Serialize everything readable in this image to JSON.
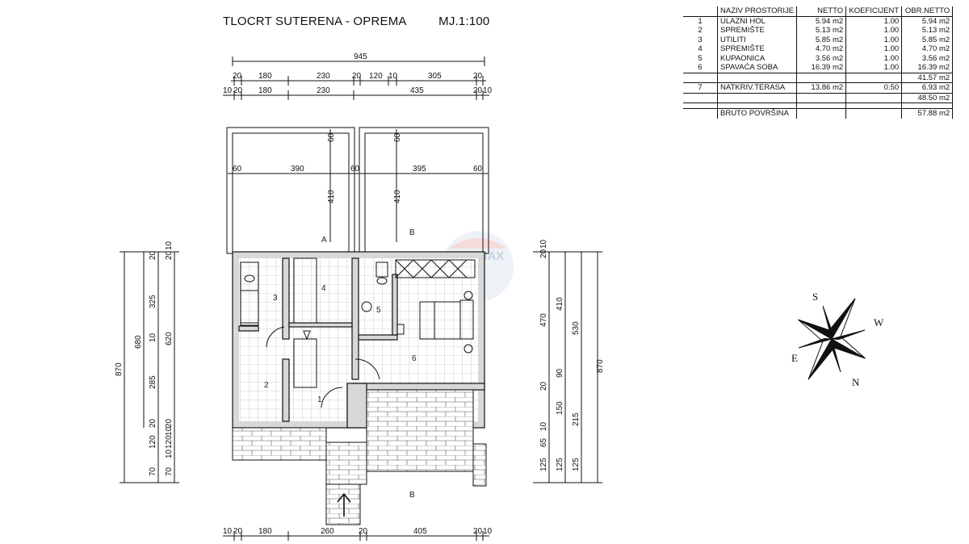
{
  "header": {
    "title": "TLOCRT  SUTERENA - OPREMA",
    "scale": "MJ.1:100"
  },
  "table": {
    "headers": [
      "",
      "NAZIV PROSTORIJE",
      "NETTO",
      "KOEFICIJENT",
      "OBR.NETTO"
    ],
    "rows": [
      {
        "no": "1",
        "name": "ULAZNI HOL",
        "netto": "5.94 m2",
        "koef": "1.00",
        "obr": "5.94 m2"
      },
      {
        "no": "2",
        "name": "SPREMIŠTE",
        "netto": "5.13 m2",
        "koef": "1.00",
        "obr": "5.13 m2"
      },
      {
        "no": "3",
        "name": "UTILITI",
        "netto": "5.85 m2",
        "koef": "1.00",
        "obr": "5.85 m2"
      },
      {
        "no": "4",
        "name": "SPREMIŠTE",
        "netto": "4.70 m2",
        "koef": "1.00",
        "obr": "4.70 m2"
      },
      {
        "no": "5",
        "name": "KUPAONICA",
        "netto": "3.56 m2",
        "koef": "1.00",
        "obr": "3.56 m2"
      },
      {
        "no": "6",
        "name": "SPAVAĆA SOBA",
        "netto": "16.39 m2",
        "koef": "1.00",
        "obr": "16.39 m2"
      }
    ],
    "subtotal": "41.57 m2",
    "terrace": {
      "no": "7",
      "name": "NATKRIV.TERASA",
      "netto": "13.86 m2",
      "koef": "0.50",
      "obr": "6.93 m2"
    },
    "total_netto": "48.50 m2",
    "bruto_label": "BRUTO POVRŠINA",
    "bruto_value": "57.88 m2"
  },
  "dimensions": {
    "top_total": "945",
    "top_row1": [
      "20",
      "180",
      "230",
      "20",
      "120",
      "10",
      "305",
      "20"
    ],
    "top_row2": [
      "10",
      "20",
      "180",
      "230",
      "435",
      "20",
      "10"
    ],
    "terrace_h": [
      "60",
      "390",
      "60",
      "395",
      "60"
    ],
    "terrace_v": [
      "60",
      "410",
      "60",
      "410"
    ],
    "bottom_row": [
      "10",
      "20",
      "180",
      "260",
      "20",
      "405",
      "20",
      "10"
    ],
    "left_total": "870",
    "left_mid": "680",
    "left_inner": [
      "20",
      "325",
      "10",
      "285",
      "20",
      "120",
      "70"
    ],
    "left_620": "620",
    "left_small": [
      "20",
      "10",
      "20",
      "10",
      "120",
      "10",
      "70"
    ],
    "right_total": "870",
    "right_530": "530",
    "right_470": "470",
    "right_410": "410",
    "right_inner": [
      "20",
      "10",
      "90",
      "20",
      "150",
      "10",
      "215",
      "65",
      "125",
      "125",
      "125"
    ]
  },
  "rooms": [
    "1",
    "2",
    "3",
    "4",
    "5",
    "6",
    "7"
  ],
  "section_marks": [
    "A",
    "A",
    "B",
    "B"
  ],
  "compass": {
    "s": "S",
    "w": "W",
    "e": "E",
    "n": "N"
  },
  "watermark": "RE/MAX"
}
